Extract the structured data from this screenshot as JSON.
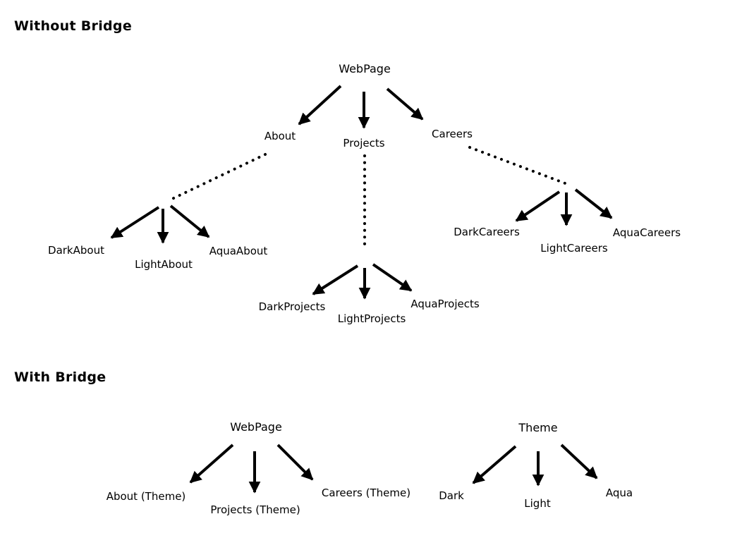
{
  "colors": {
    "ink": "#000000",
    "background": "#ffffff"
  },
  "without": {
    "title": "Without Bridge",
    "root": "WebPage",
    "level1": [
      "About",
      "Projects",
      "Careers"
    ],
    "about_children": [
      "DarkAbout",
      "LightAbout",
      "AquaAbout"
    ],
    "projects_children": [
      "DarkProjects",
      "LightProjects",
      "AquaProjects"
    ],
    "careers_children": [
      "DarkCareers",
      "LightCareers",
      "AquaCareers"
    ]
  },
  "with": {
    "title": "With Bridge",
    "webpage_tree": {
      "root": "WebPage",
      "children": [
        "About (Theme)",
        "Projects (Theme)",
        "Careers (Theme)"
      ]
    },
    "theme_tree": {
      "root": "Theme",
      "children": [
        "Dark",
        "Light",
        "Aqua"
      ]
    }
  }
}
